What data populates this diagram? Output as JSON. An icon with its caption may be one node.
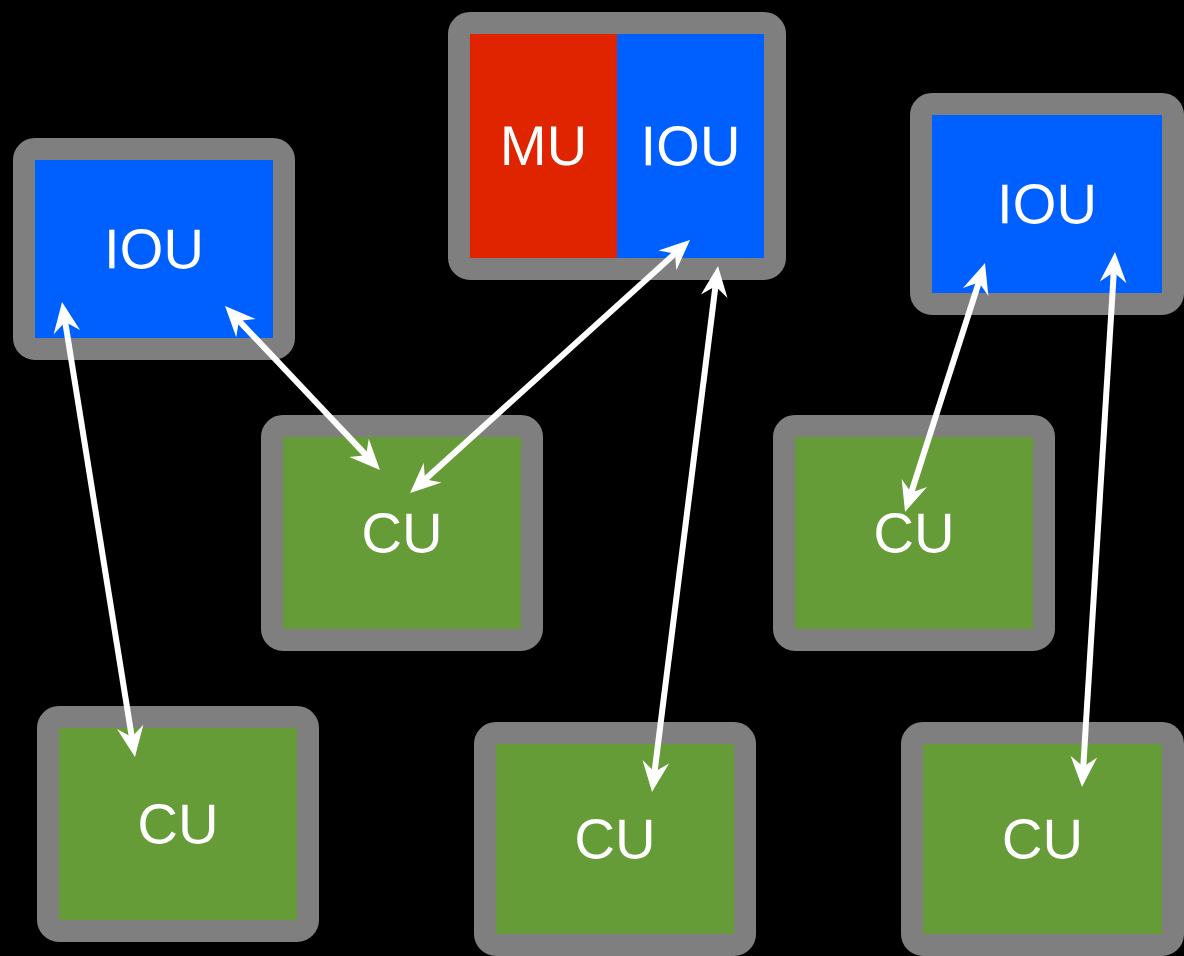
{
  "diagram": {
    "nodes": [
      {
        "text": [
          "MU",
          "IOU"
        ]
      },
      {
        "text": [
          "IOU"
        ]
      },
      {
        "text": [
          "IOU"
        ]
      },
      {
        "text": [
          "CU"
        ]
      },
      {
        "text": [
          "CU"
        ]
      },
      {
        "text": [
          "CU"
        ]
      },
      {
        "text": [
          "CU"
        ]
      },
      {
        "text": [
          "CU"
        ]
      }
    ],
    "edges": [
      {
        "from": 2,
        "to": 5,
        "arrow": "both"
      },
      {
        "from": 2,
        "to": 3,
        "arrow": "both"
      },
      {
        "from": 3,
        "to": 0,
        "arrow": "both"
      },
      {
        "from": 0,
        "to": 6,
        "arrow": "both"
      },
      {
        "from": 1,
        "to": 4,
        "arrow": "both"
      },
      {
        "from": 1,
        "to": 7,
        "arrow": "both"
      }
    ]
  }
}
